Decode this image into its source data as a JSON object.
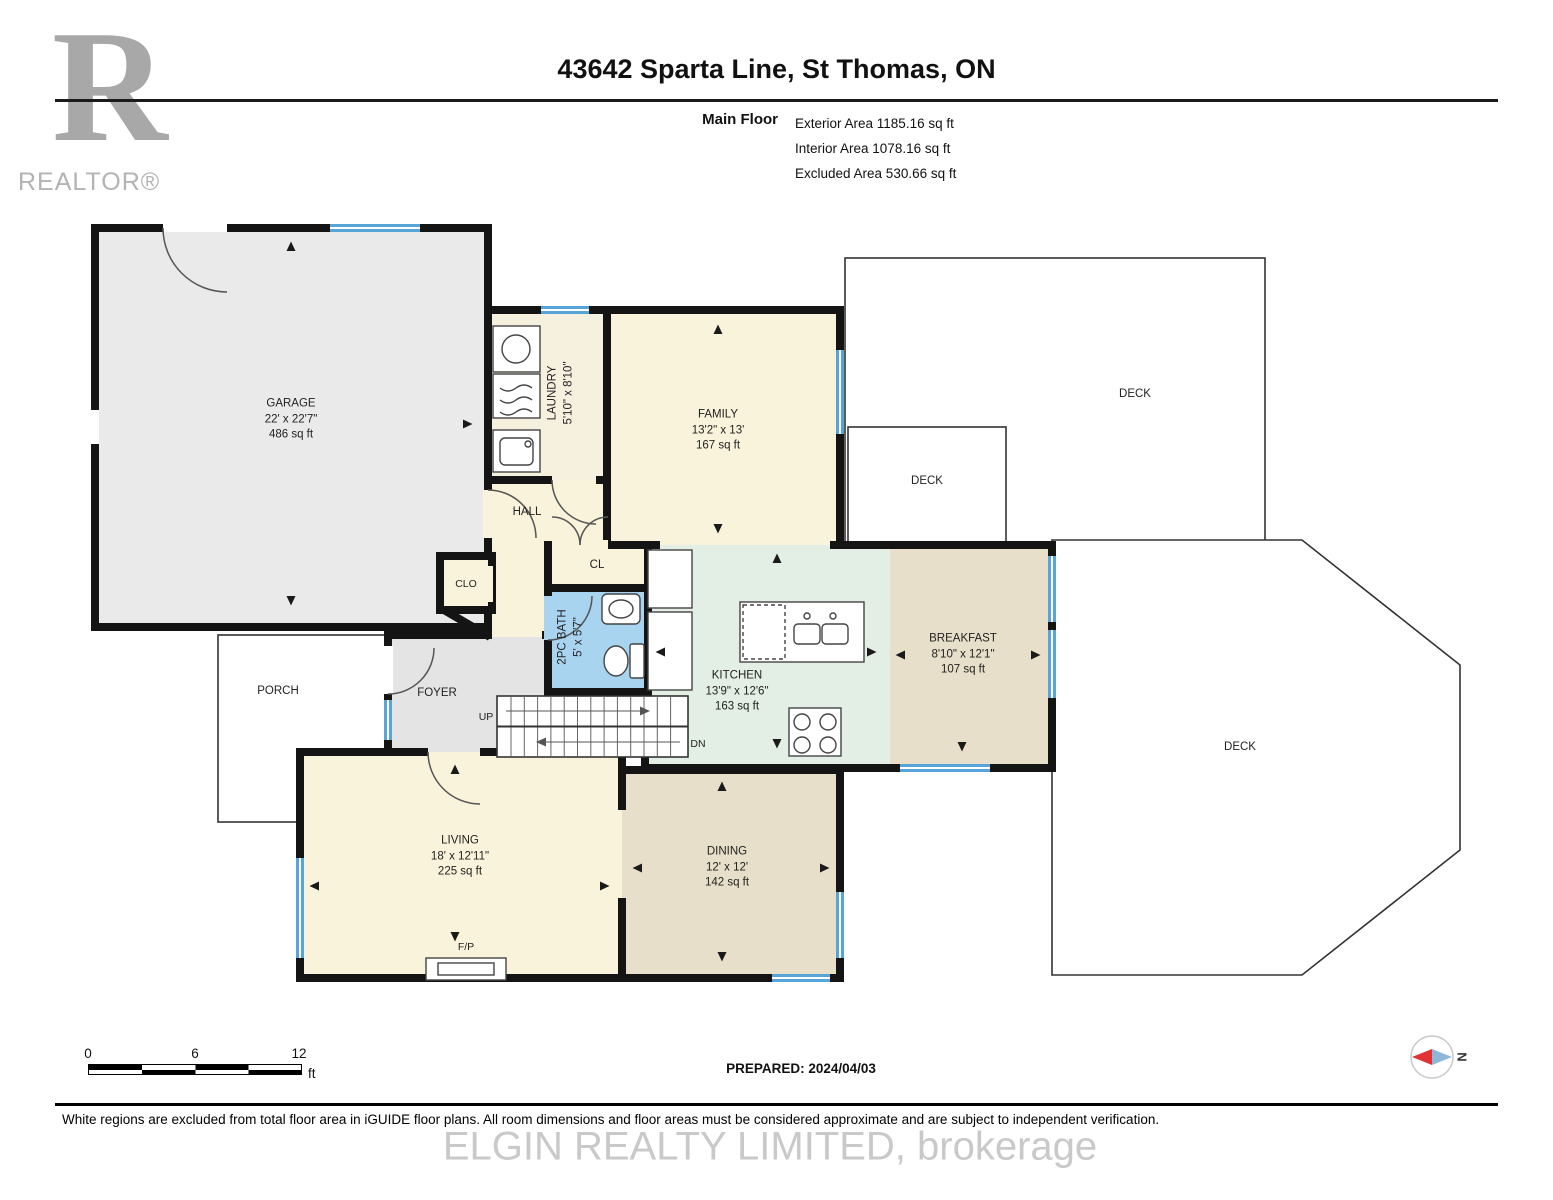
{
  "header": {
    "title": "43642 Sparta Line, St Thomas, ON",
    "floor_label": "Main Floor",
    "area_lines": [
      "Exterior Area 1185.16 sq ft",
      "Interior Area 1078.16 sq ft",
      "Excluded Area 530.66 sq ft"
    ]
  },
  "logo": {
    "letter": "R",
    "wordmark": "REALTOR®"
  },
  "rooms": {
    "garage": {
      "name": "GARAGE",
      "dims": "22' x 22'7\"",
      "area": "486 sq ft"
    },
    "laundry": {
      "name": "LAUNDRY",
      "dims": "5'10\" x 8'10\""
    },
    "family": {
      "name": "FAMILY",
      "dims": "13'2\" x 13'",
      "area": "167 sq ft"
    },
    "deck_top": {
      "name": "DECK"
    },
    "deck_small": {
      "name": "DECK"
    },
    "deck_right": {
      "name": "DECK"
    },
    "hall": {
      "name": "HALL"
    },
    "clo": {
      "name": "CLO"
    },
    "cl": {
      "name": "CL"
    },
    "bath": {
      "name": "2PC BATH",
      "dims": "5' x 5'7\""
    },
    "kitchen": {
      "name": "KITCHEN",
      "dims": "13'9\" x 12'6\"",
      "area": "163 sq ft"
    },
    "breakfast": {
      "name": "BREAKFAST",
      "dims": "8'10\" x 12'1\"",
      "area": "107 sq ft"
    },
    "porch": {
      "name": "PORCH"
    },
    "foyer": {
      "name": "FOYER"
    },
    "living": {
      "name": "LIVING",
      "dims": "18' x 12'11\"",
      "area": "225 sq ft"
    },
    "dining": {
      "name": "DINING",
      "dims": "12' x 12'",
      "area": "142 sq ft"
    }
  },
  "labels": {
    "up": "UP",
    "dn": "DN",
    "fp": "F/P",
    "north": "N"
  },
  "scale": {
    "t0": "0",
    "t6": "6",
    "t12": "12",
    "unit": "ft"
  },
  "footer": {
    "prepared": "PREPARED: 2024/04/03",
    "disclaimer": "White regions are excluded from total floor area in iGUIDE floor plans. All room dimensions and floor areas must be considered approximate and are subject to independent verification.",
    "watermark": "ELGIN REALTY LIMITED, brokerage"
  },
  "colors": {
    "wall": "#141414",
    "window": "#57A5D8",
    "cream": "#FAF3DC",
    "tan": "#E7DFC9",
    "mint": "#E3EFE4",
    "bath": "#A9D4F0",
    "garage": "#EAEAEA",
    "foyer": "#E4E4E4"
  }
}
